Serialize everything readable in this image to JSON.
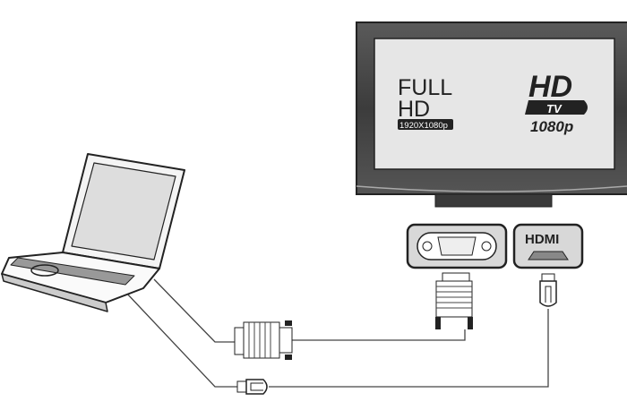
{
  "tv": {
    "logo_full": "FULL",
    "logo_hd": "HD",
    "logo_resolution": "1920X1080p",
    "hdtv_hd": "HD",
    "hdtv_tv": "TV",
    "hdtv_res": "1080p"
  },
  "ports": {
    "hdmi_label": "HDMI"
  },
  "colors": {
    "bezel": "#4a4a4a",
    "screen": "#e6e6e6",
    "line": "#333333"
  }
}
